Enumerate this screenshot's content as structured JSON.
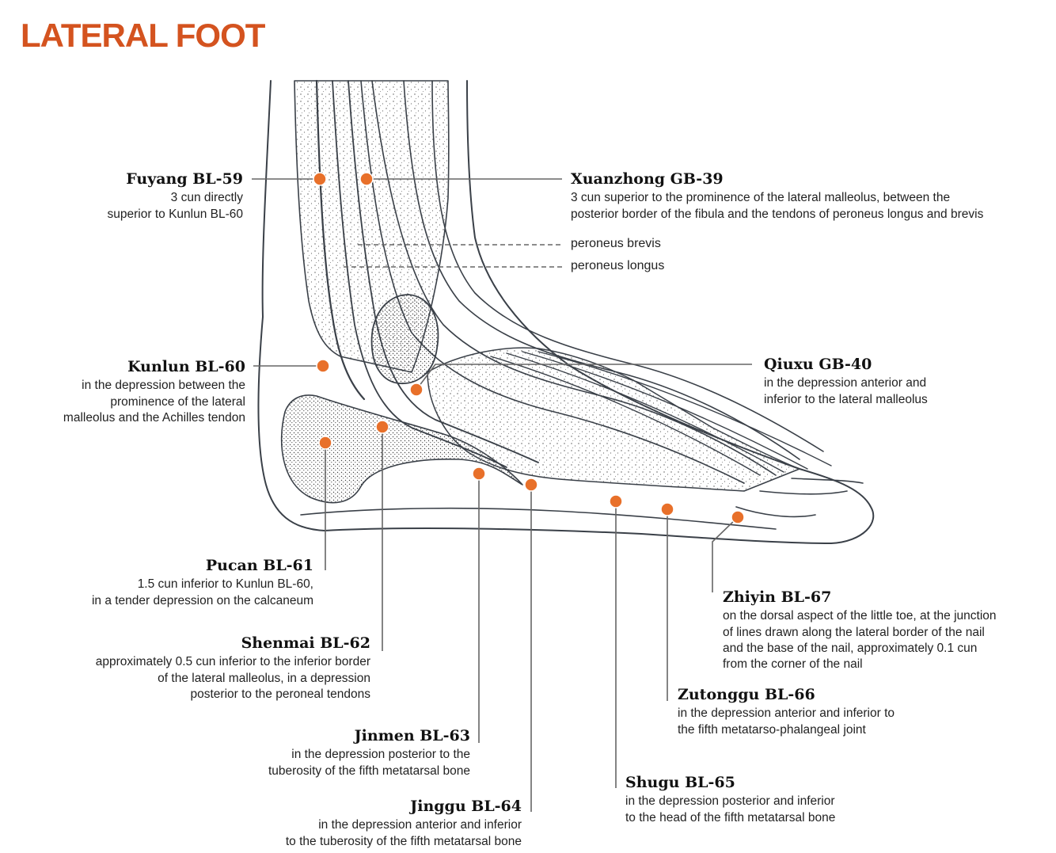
{
  "title": "LATERAL FOOT",
  "colors": {
    "title": "#d4531f",
    "point": "#e8702a",
    "leader": "#666666"
  },
  "muscles": {
    "brevis": "peroneus brevis",
    "longus": "peroneus longus"
  },
  "points": [
    {
      "id": "bl59",
      "name": "Fuyang BL-59",
      "desc": "3 cun directly\nsuperior to Kunlun BL-60"
    },
    {
      "id": "gb39",
      "name": "Xuanzhong GB-39",
      "desc": "3 cun superior to the prominence of the lateral malleolus, between the\nposterior border of the fibula and the tendons of peroneus longus and brevis"
    },
    {
      "id": "bl60",
      "name": "Kunlun BL-60",
      "desc": "in the depression between the\nprominence of the lateral\nmalleolus and the Achilles tendon"
    },
    {
      "id": "gb40",
      "name": "Qiuxu GB-40",
      "desc": "in the depression anterior and\ninferior to the lateral malleolus"
    },
    {
      "id": "bl61",
      "name": "Pucan BL-61",
      "desc": "1.5 cun inferior to Kunlun BL-60,\nin a tender depression on the calcaneum"
    },
    {
      "id": "bl62",
      "name": "Shenmai BL-62",
      "desc": "approximately 0.5 cun inferior to the inferior border\nof the lateral malleolus, in a depression\nposterior to the peroneal tendons"
    },
    {
      "id": "bl63",
      "name": "Jinmen BL-63",
      "desc": "in the depression posterior to the\ntuberosity of the fifth metatarsal bone"
    },
    {
      "id": "bl64",
      "name": "Jinggu BL-64",
      "desc": "in the depression anterior and inferior\nto the tuberosity of the fifth metatarsal bone"
    },
    {
      "id": "bl65",
      "name": "Shugu BL-65",
      "desc": "in the depression posterior and inferior\nto the head of the fifth metatarsal bone"
    },
    {
      "id": "bl66",
      "name": "Zutonggu BL-66",
      "desc": "in the depression anterior and inferior to\nthe fifth metatarso-phalangeal joint"
    },
    {
      "id": "bl67",
      "name": "Zhiyin BL-67",
      "desc": "on the dorsal aspect of the little toe, at the junction\nof lines drawn along the lateral border of the nail\nand the base of the nail, approximately 0.1 cun\nfrom the corner of the nail"
    }
  ]
}
